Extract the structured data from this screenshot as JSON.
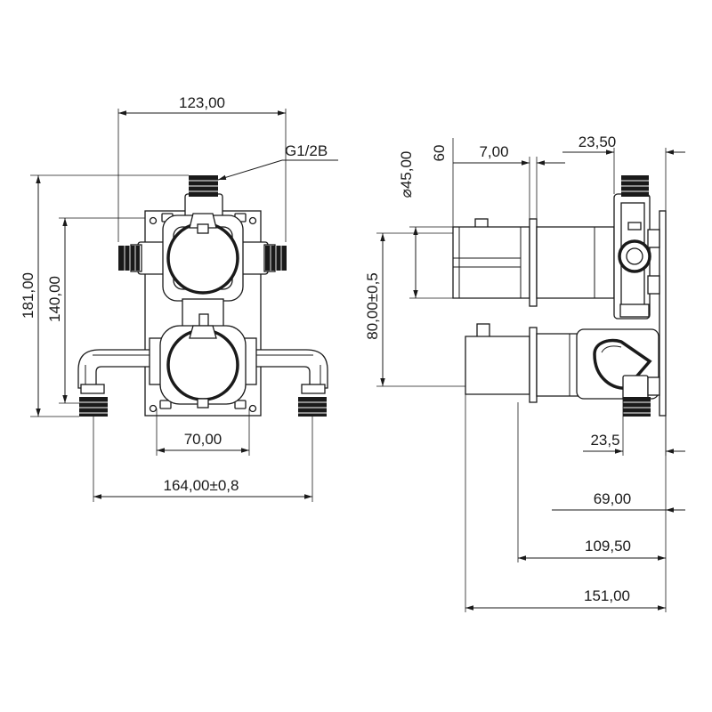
{
  "front_view": {
    "width_top": "123,00",
    "thread": "G1/2B",
    "height_total": "181,00",
    "height_inner": "140,00",
    "spacing_bottom": "70,00",
    "width_total": "164,00±0,8"
  },
  "side_view": {
    "diameter": "⌀45,00",
    "depth_60": "60",
    "offset_7": "7,00",
    "offset_23_50": "23,50",
    "center_distance": "80,00±0,5",
    "offset_23_5": "23,5",
    "depth_69": "69,00",
    "depth_109": "109,50",
    "depth_151": "151,00"
  }
}
